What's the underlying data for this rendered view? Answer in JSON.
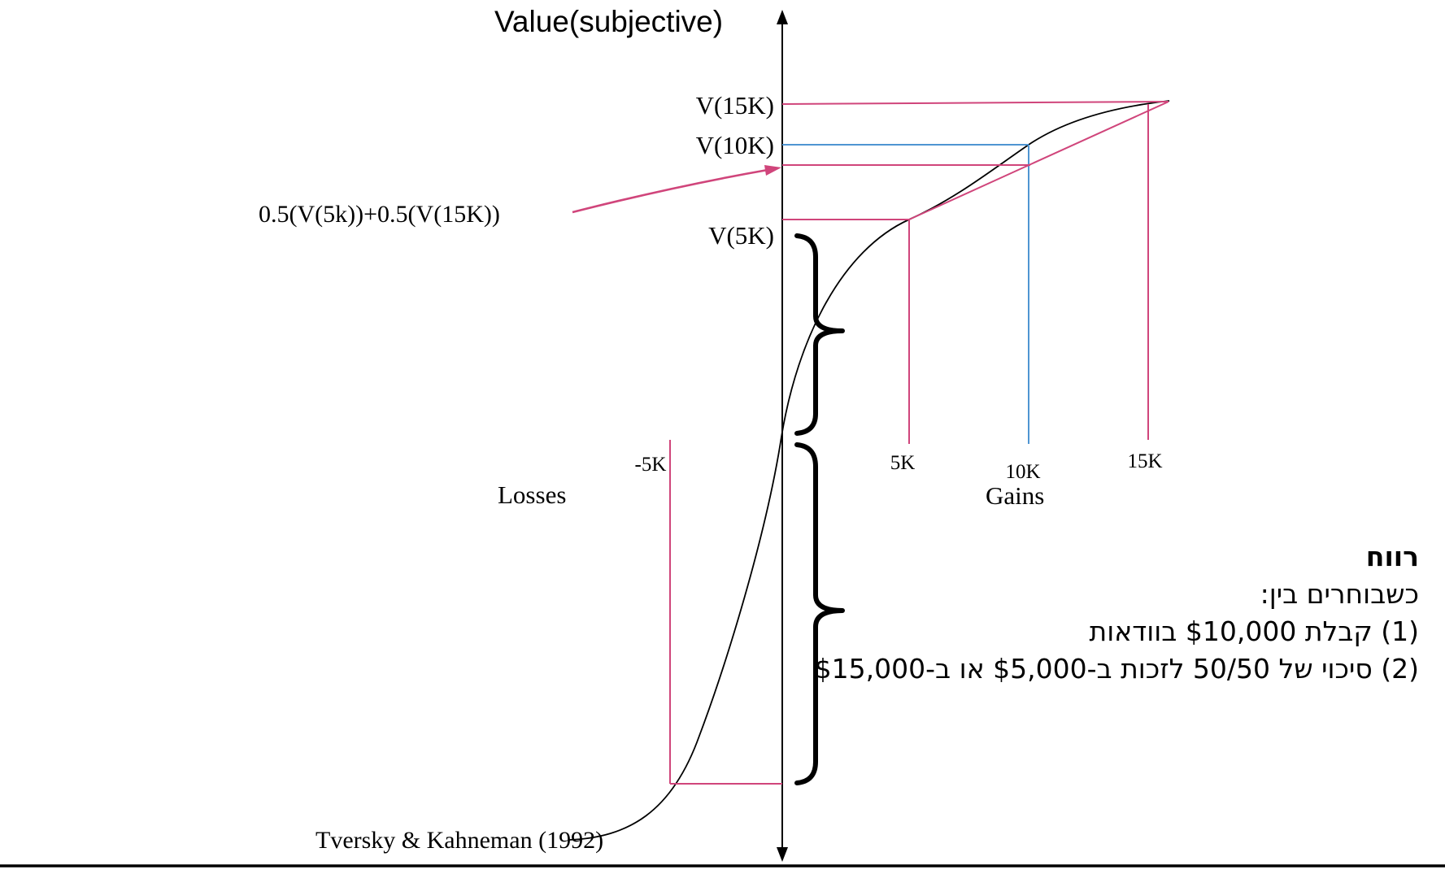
{
  "slide": {
    "axis_title": "Value(subjective)",
    "labels": {
      "v15k": "V(15K)",
      "v10k": "V(10K)",
      "v5k": "V(5K)",
      "expected_value": "0.5(V(5k))+0.5(V(15K))",
      "losses": "Losses",
      "gains": "Gains",
      "citation": "Tversky & Kahneman (1992)"
    },
    "x_ticks": {
      "neg_5k": "-5K",
      "pos_5k": "5K",
      "pos_10k": "10K",
      "pos_15k": "15K"
    },
    "hebrew_note": {
      "heading": "רווח",
      "line_1": "כשבוחרים בין:",
      "line_2": "(1) קבלת $10,000 בוודאות",
      "line_3": "(2) סיכוי של 50/50 לזכות ב-$5,000 או ב-$15,000"
    },
    "colors": {
      "pink": "#d0457b",
      "blue": "#4f95d2",
      "axis": "#000000"
    }
  },
  "chart_data": {
    "type": "line",
    "title": "Value(subjective)",
    "x_axis": {
      "left_label": "Losses",
      "right_label": "Gains",
      "ticks": [
        "-5K",
        "5K",
        "10K",
        "15K"
      ]
    },
    "curve": "Prospect theory S-shaped value function: concave for gains, convex and steeper for losses",
    "marked_levels": [
      "V(15K)",
      "V(10K)",
      "0.5(V(5k))+0.5(V(15K))",
      "V(5K)"
    ],
    "estimated_relative_values": {
      "V(5K)": 1.0,
      "V(10K)": 1.34,
      "V(15K)": 1.53,
      "0.5V(5K)+0.5V(15K)": 1.27,
      "V(-5K)": -1.58
    },
    "annotations": [
      "brace marking magnitude of V(5K) gain",
      "brace marking larger magnitude of V(-5K) loss"
    ],
    "source": "Tversky & Kahneman (1992)"
  }
}
